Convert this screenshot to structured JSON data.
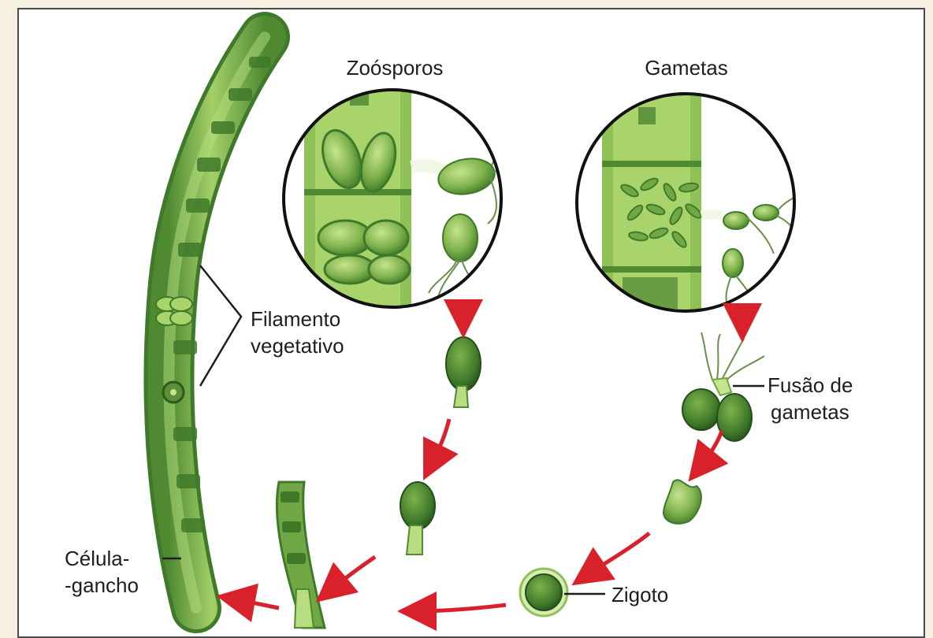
{
  "labels": {
    "zoosporos": "Zoósporos",
    "gametas": "Gametas",
    "filamento_line1": "Filamento",
    "filamento_line2": "vegetativo",
    "fusao_line1": "Fusão de",
    "fusao_line2": "gametas",
    "celula_line1": "Célula-",
    "celula_line2": "-gancho",
    "zigoto": "Zigoto"
  },
  "colors": {
    "background": "#f6f0e1",
    "frame": "#4a4a4a",
    "arrow": "#d8212b",
    "cell_light": "#a9d36b",
    "cell_mid": "#6fa844",
    "cell_dark": "#3f7a2a",
    "leader_line": "#1e1e1e"
  }
}
